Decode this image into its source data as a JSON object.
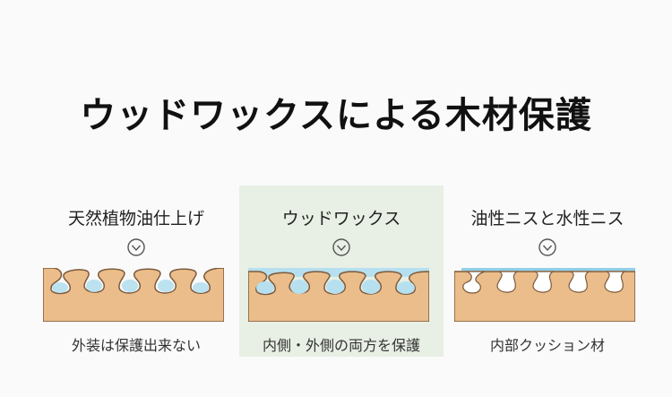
{
  "title": "ウッドワックスによる木材保護",
  "colors": {
    "wood": "#ebbd8a",
    "wood_outline": "#7b5a3d",
    "coating": "#b6e0ef",
    "coating_film": "#8fd0e8",
    "highlight_bg": "#e8efe4"
  },
  "panels": [
    {
      "title": "天然植物油仕上げ",
      "caption": "外装は保護出来ない",
      "arrow_icon": "chevron-down-circle-icon"
    },
    {
      "title": "ウッドワックス",
      "caption": "内側・外側の両方を保護",
      "arrow_icon": "chevron-down-circle-icon"
    },
    {
      "title": "油性ニスと水性ニス",
      "caption": "内部クッション材",
      "arrow_icon": "chevron-down-circle-icon"
    }
  ]
}
